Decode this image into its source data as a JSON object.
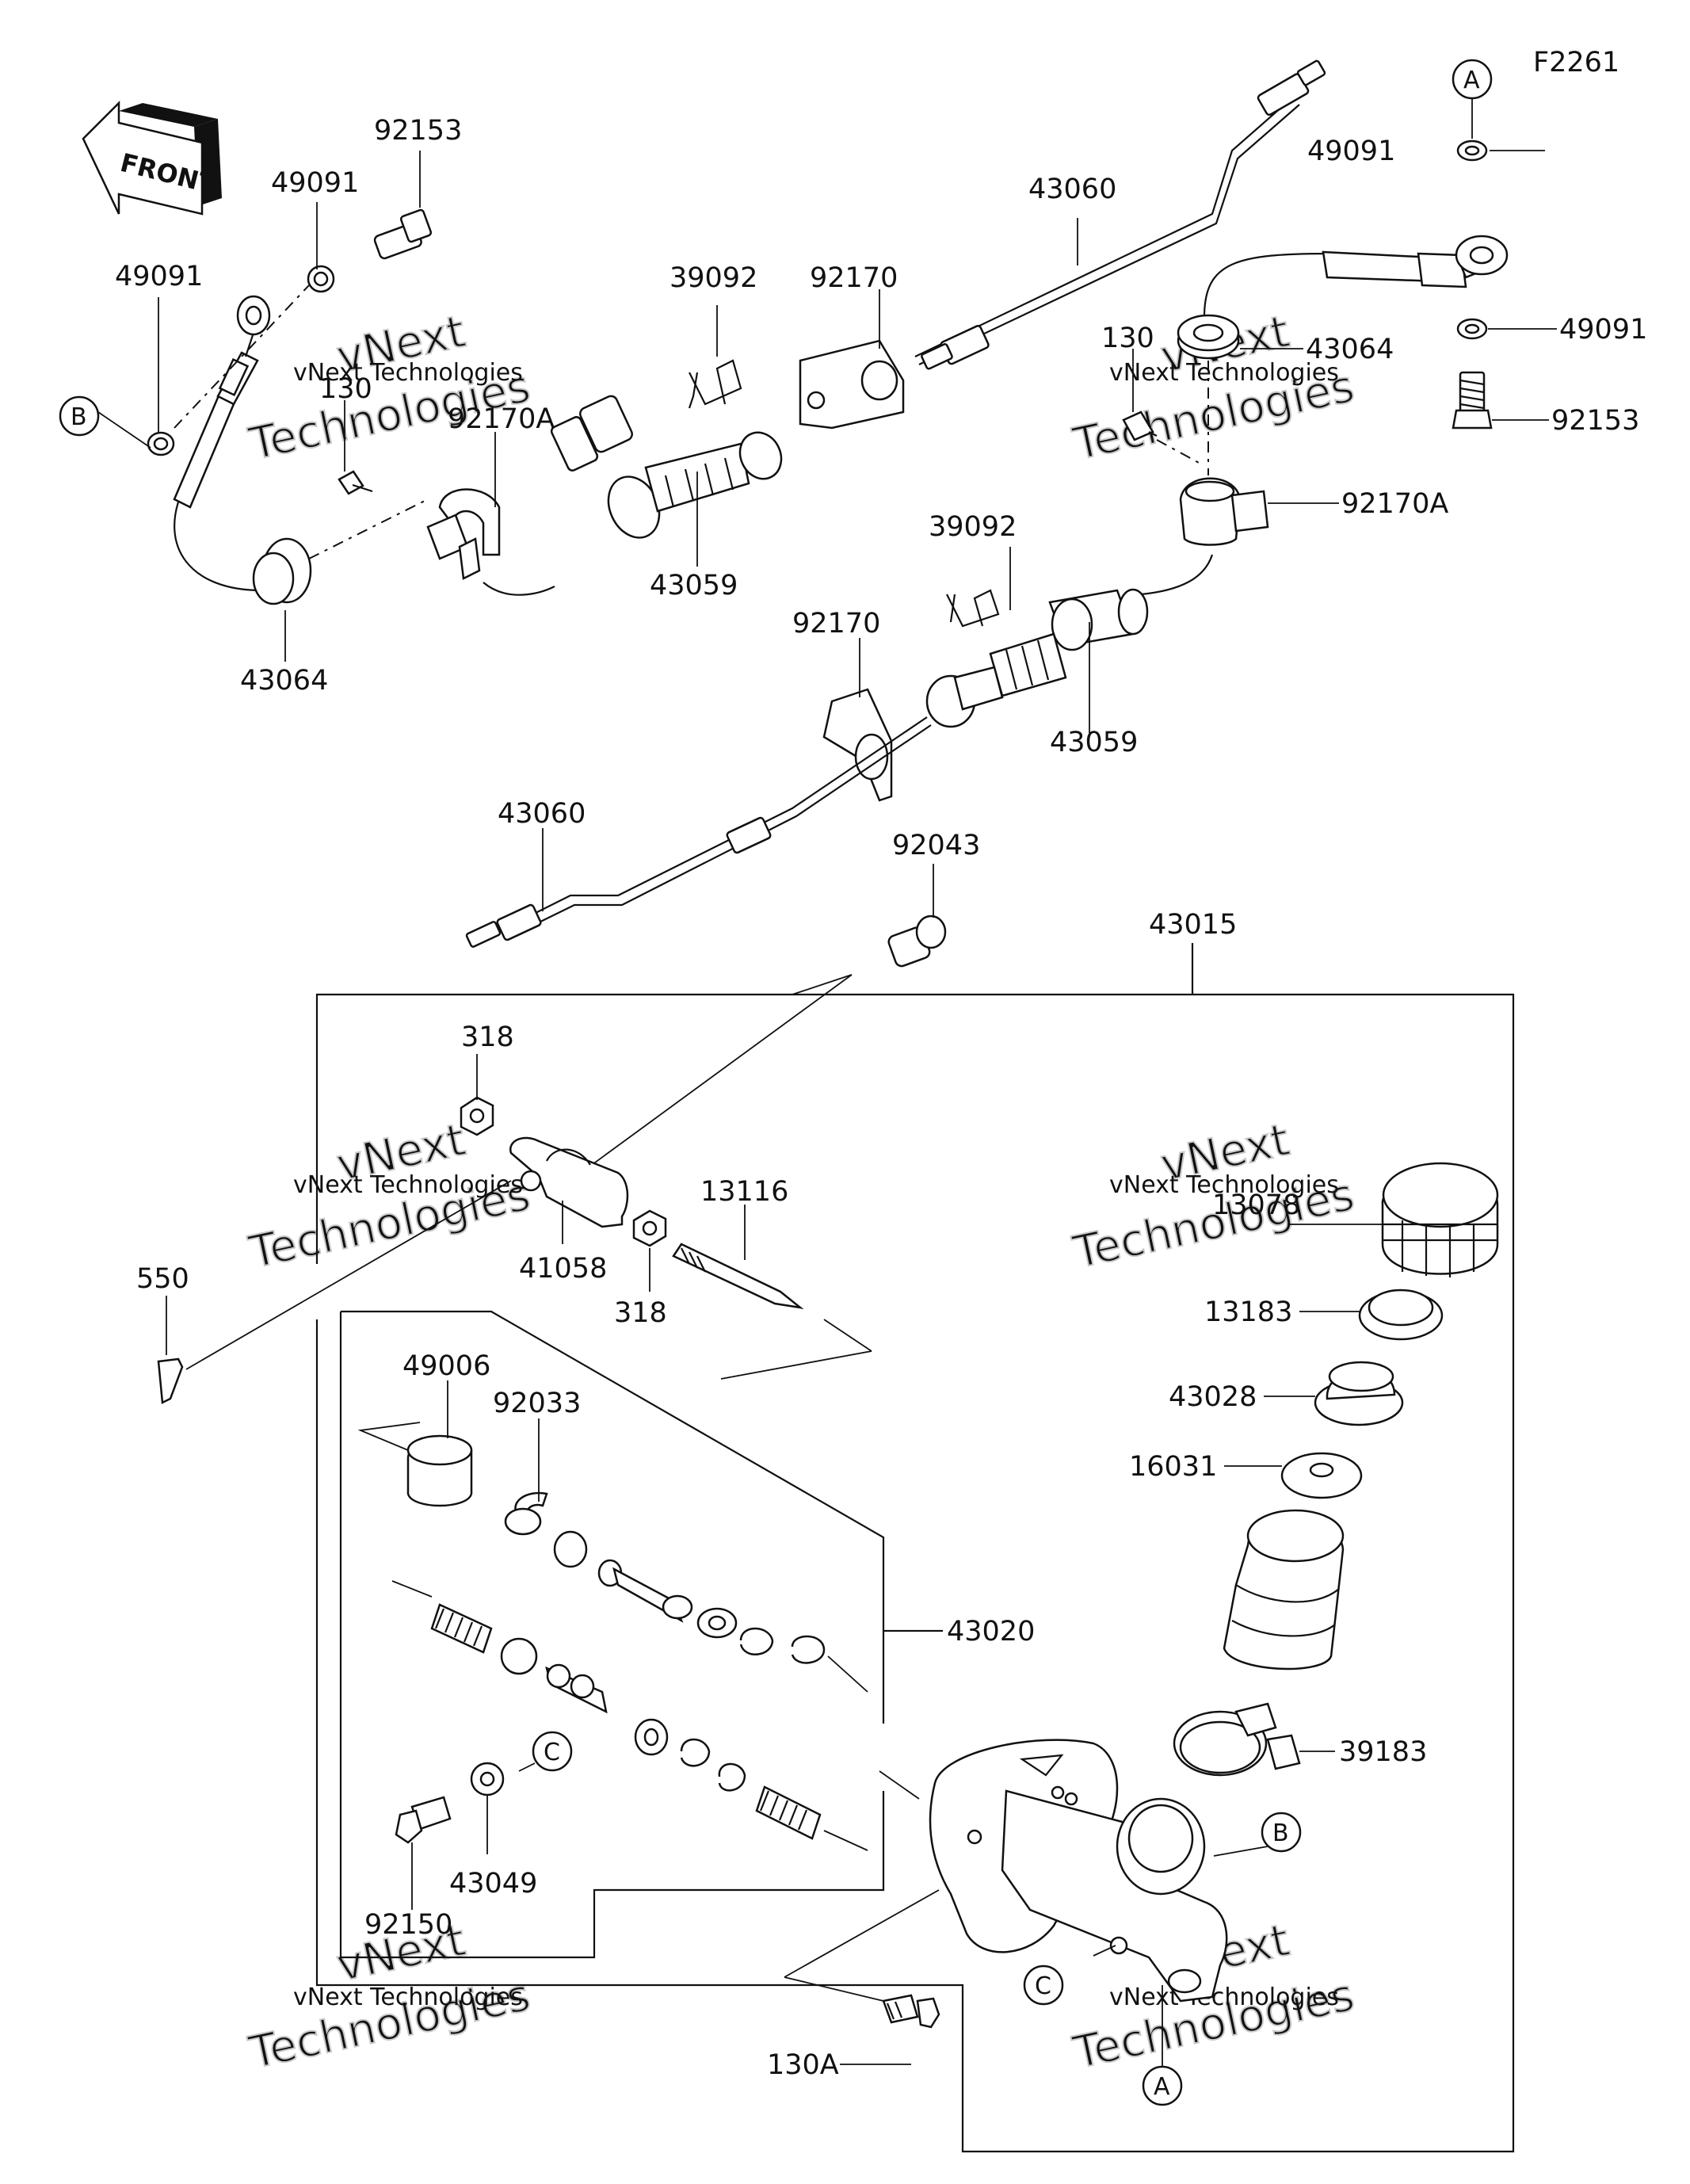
{
  "figure_code": "F2261",
  "front_label": "FRONT",
  "watermark": {
    "line1": "vNext Technologies",
    "logo_top": "vNext",
    "logo_bottom": "Technologies"
  },
  "callout_refs": [
    "A",
    "B",
    "C"
  ],
  "part_numbers": [
    "92153",
    "49091",
    "49091",
    "130",
    "92170A",
    "43064",
    "39092",
    "92170",
    "43059",
    "43060",
    "130",
    "43064",
    "49091",
    "49091",
    "92153",
    "92170A",
    "39092",
    "92170",
    "43059",
    "43060",
    "92043",
    "43015",
    "318",
    "41058",
    "318",
    "13116",
    "550",
    "13078",
    "13183",
    "43028",
    "16031",
    "39183",
    "49006",
    "92033",
    "43020",
    "43049",
    "92150",
    "130A"
  ],
  "colors": {
    "ink": "#111111",
    "background": "#ffffff",
    "watermark": "#c9c9c9"
  }
}
